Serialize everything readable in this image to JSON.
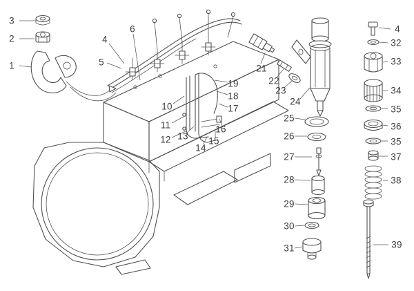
{
  "figure": {
    "description_title": "",
    "colors": {
      "line": "#4f4f4f",
      "label": "#3c3c3c",
      "background": "#ffffff"
    },
    "callouts": [
      {
        "label": "3"
      },
      {
        "label": "2"
      },
      {
        "label": "1"
      },
      {
        "label": "4"
      },
      {
        "label": "5"
      },
      {
        "label": "6"
      },
      {
        "label": "10"
      },
      {
        "label": "11"
      },
      {
        "label": "12"
      },
      {
        "label": "13"
      },
      {
        "label": "14"
      },
      {
        "label": "15"
      },
      {
        "label": "16"
      },
      {
        "label": "17"
      },
      {
        "label": "18"
      },
      {
        "label": "19"
      },
      {
        "label": "21"
      },
      {
        "label": "22"
      },
      {
        "label": "23"
      },
      {
        "label": "24"
      },
      {
        "label": "25"
      },
      {
        "label": "26"
      },
      {
        "label": "27"
      },
      {
        "label": "28"
      },
      {
        "label": "29"
      },
      {
        "label": "30"
      },
      {
        "label": "31"
      },
      {
        "label": "4"
      },
      {
        "label": "32"
      },
      {
        "label": "33"
      },
      {
        "label": "34"
      },
      {
        "label": "35"
      },
      {
        "label": "36"
      },
      {
        "label": "35"
      },
      {
        "label": "37"
      },
      {
        "label": "38"
      },
      {
        "label": "39"
      }
    ]
  }
}
